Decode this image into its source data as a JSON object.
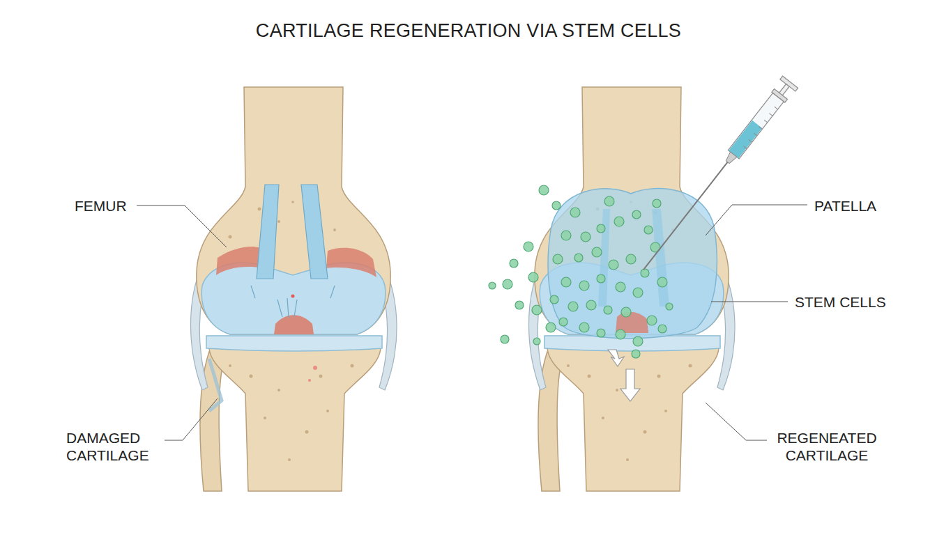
{
  "diagram": {
    "title": "CARTILAGE REGENERATION VIA STEM CELLS",
    "labels": [
      "FEMUR",
      "DAMAGED CARTILAGE",
      "PATELLA",
      "STEM CELLS",
      "REGENEATED CARTILAGE"
    ]
  }
}
